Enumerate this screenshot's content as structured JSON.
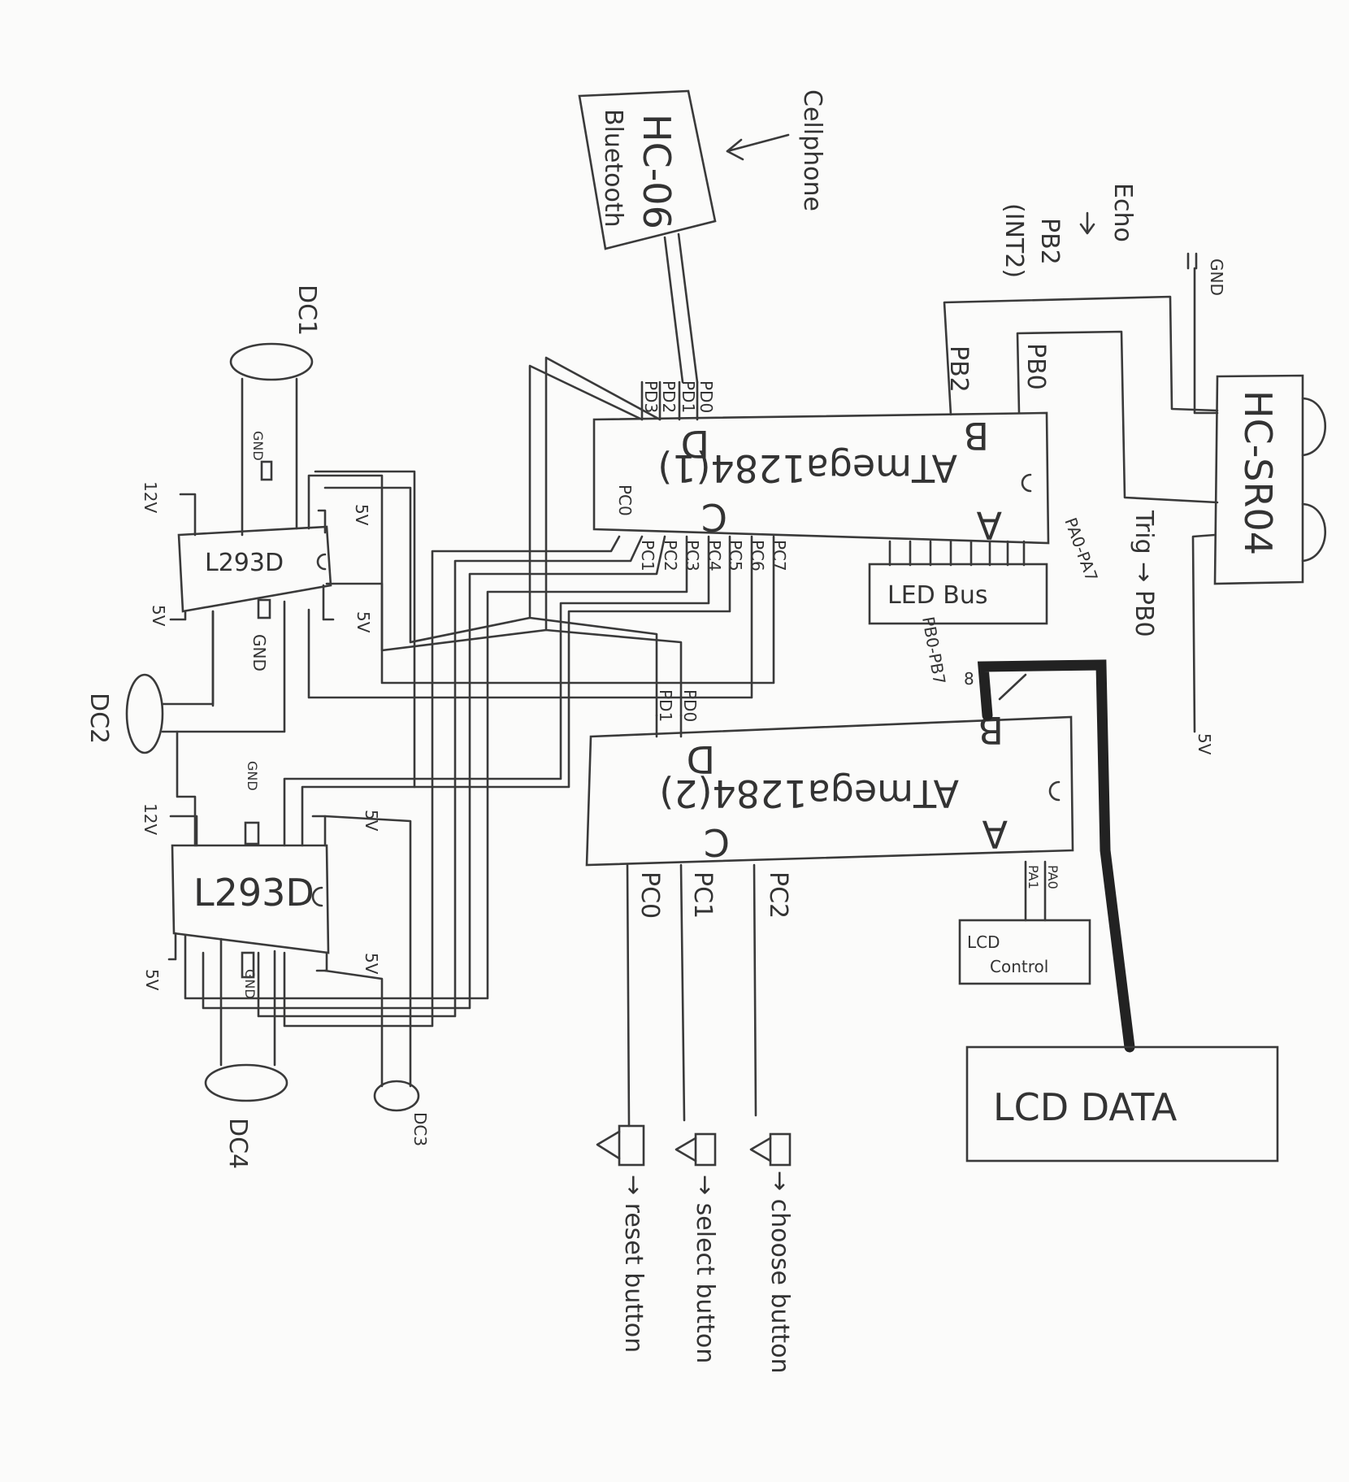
{
  "bluetooth": {
    "name": "HC-06",
    "sub": "Bluetooth",
    "source": "Cellphone"
  },
  "mcu1": {
    "name": "ATmega1284(1)",
    "port_d": "D",
    "port_b": "B",
    "port_a": "A",
    "port_c": "C",
    "pins_d": [
      "PD0",
      "PD1",
      "PD2",
      "PD3"
    ],
    "pins_b": [
      "PB2",
      "PB0"
    ],
    "pins_c": [
      "PC0",
      "PC1",
      "PC2",
      "PC3",
      "PC4",
      "PC5",
      "PC6",
      "PC7"
    ],
    "pins_a": "PA0-PA7"
  },
  "mcu2": {
    "name": "ATmega1284(2)",
    "port_d": "D",
    "port_b": "B",
    "port_a": "A",
    "port_c": "C",
    "pins_d": [
      "PD1",
      "PD0"
    ],
    "pins_c": [
      "PC0",
      "PC1",
      "PC2"
    ],
    "pins_a": [
      "PA1",
      "PA0"
    ],
    "bus_label": "PB0-PB7",
    "bus_width": "8"
  },
  "sonar": {
    "name": "HC-SR04",
    "gnd": "GND",
    "vcc": "5V",
    "echo": "Echo",
    "echo_pin": "PB2",
    "int_label": "(INT2)",
    "trig": "Trig → PB0"
  },
  "led_bus": "LED Bus",
  "lcd_data": "LCD DATA",
  "lcd_control": {
    "line1": "LCD",
    "line2": "Control"
  },
  "driver1": {
    "name": "L293D",
    "v12": "12V",
    "v5a": "5V",
    "v5b": "5V",
    "v5c": "5V",
    "gnd_top": "GND",
    "gnd_bot": "GND"
  },
  "driver2": {
    "name": "L293D",
    "v12": "12V",
    "v5a": "5V",
    "v5b": "5V",
    "v5c": "5V",
    "gnd_top": "GND",
    "gnd_bot": "GND"
  },
  "motors": [
    "DC1",
    "DC2",
    "DC3",
    "DC4"
  ],
  "buttons": [
    "→ reset button",
    "→ select button",
    "→ choose button"
  ]
}
